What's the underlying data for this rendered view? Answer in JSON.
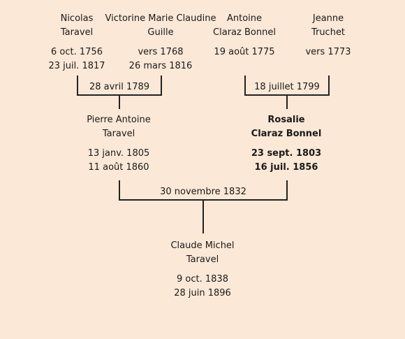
{
  "people": {
    "nicolas": {
      "first": "Nicolas",
      "last": "Taravel",
      "birth": "6 oct. 1756",
      "death": "23 juil. 1817"
    },
    "victorine": {
      "first": "Victorine Marie Claudine",
      "last": "Guille",
      "birth": "vers 1768",
      "death": "26 mars 1816"
    },
    "antoine": {
      "first": "Antoine",
      "last": "Claraz Bonnel",
      "birth": "19 août 1775",
      "death": ""
    },
    "jeanne": {
      "first": "Jeanne",
      "last": "Truchet",
      "birth": "vers 1773",
      "death": ""
    },
    "pierre": {
      "first": "Pierre Antoine",
      "last": "Taravel",
      "birth": "13 janv. 1805",
      "death": "11 août 1860"
    },
    "rosalie": {
      "first": "Rosalie",
      "last": "Claraz Bonnel",
      "birth": "23 sept. 1803",
      "death": "16 juil. 1856"
    },
    "claude": {
      "first": "Claude Michel",
      "last": "Taravel",
      "birth": "9 oct. 1838",
      "death": "28 juin 1896"
    }
  },
  "marriages": {
    "nicolas_victorine": "28 avril 1789",
    "antoine_jeanne": "18 juillet 1799",
    "pierre_rosalie": "30 novembre 1832"
  }
}
